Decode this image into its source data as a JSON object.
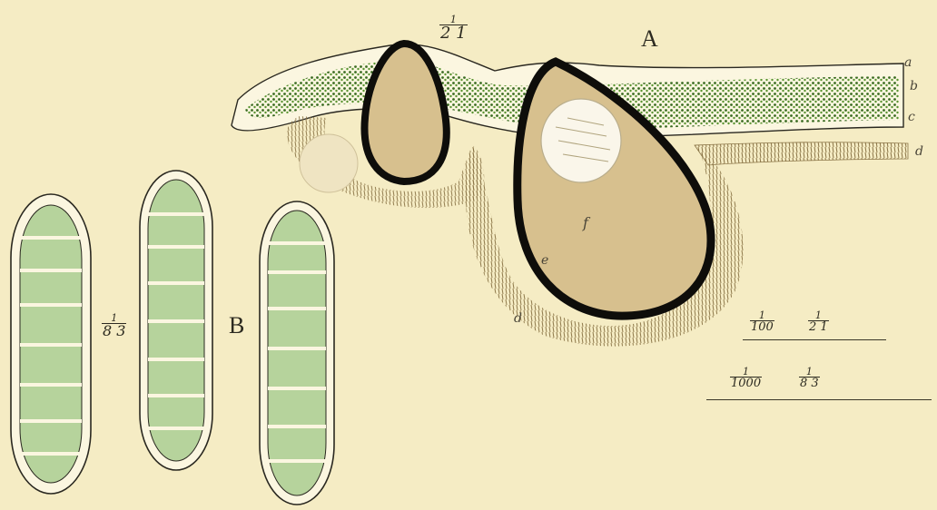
{
  "plate": {
    "figure_a": {
      "label": "A",
      "magnification_num": "1",
      "magnification_den": "2 1"
    },
    "figure_b": {
      "label": "B",
      "magnification_num": "1",
      "magnification_den": "8 3"
    },
    "layer_labels": {
      "a_top": "a",
      "b": "b",
      "c": "c",
      "d_right": "d",
      "d_bottom": "d",
      "e": "e",
      "f": "f"
    },
    "scales": [
      {
        "unit_num": "1",
        "unit_den": "100",
        "mag_num": "1",
        "mag_den": "2 1"
      },
      {
        "unit_num": "1",
        "unit_den": "1000",
        "mag_num": "1",
        "mag_den": "8 3"
      }
    ],
    "colors": {
      "paper": "#f5ecc4",
      "gonidia_green": "#3f7a1f",
      "perithecium_fill": "#d7c08e",
      "wall": "#0e0d0a",
      "spore_green": "#b6d39c",
      "hyphae_brown": "#a48c5c"
    }
  }
}
